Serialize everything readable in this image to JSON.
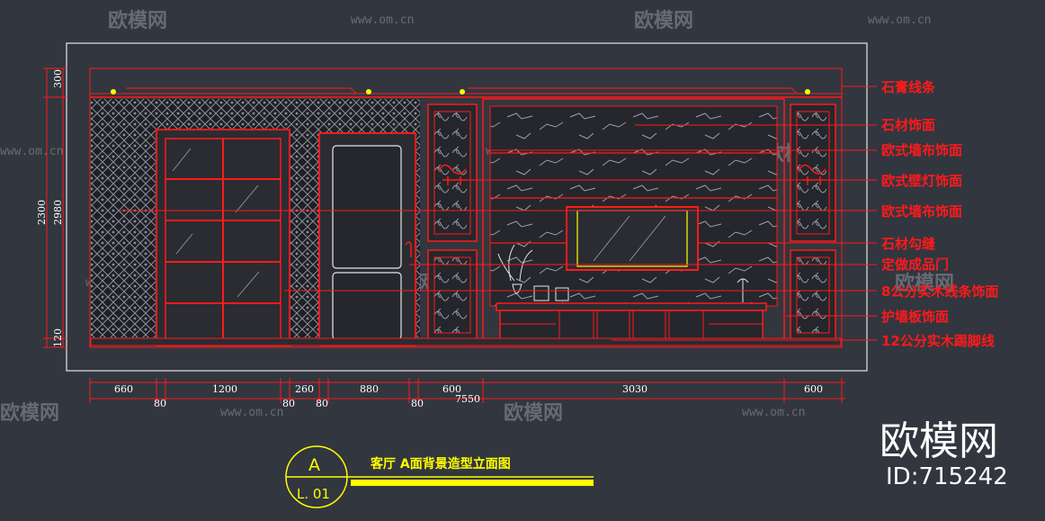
{
  "watermark": {
    "brand": "欧模网",
    "url": "www.om.cn",
    "big_brand": "欧模网",
    "id_text": "ID:715242"
  },
  "callouts": [
    "石膏线条",
    "石材饰面",
    "欧式墙布饰面",
    "欧式壁灯饰面",
    "欧式墙布饰面",
    "石材勾缝",
    "定做成品门",
    "8公分实木线条饰面",
    "护墙板饰面",
    "12公分实木踢脚线"
  ],
  "dims": {
    "left": [
      "300",
      "2300",
      "2980",
      "120"
    ],
    "bottom_top": [
      "660",
      "1200",
      "260",
      "880",
      "600",
      "3030",
      "600"
    ],
    "bottom_low": [
      "80",
      "80",
      "80",
      "80"
    ],
    "total": "7550"
  },
  "title": {
    "letter": "A",
    "sheet": "L. 01",
    "text": "客厅 A面背景造型立面图"
  },
  "colors": {
    "background": "#32363f",
    "line_red": "#ff1a1a",
    "dim_white": "#ffffff",
    "title_yellow": "#ffff00"
  }
}
